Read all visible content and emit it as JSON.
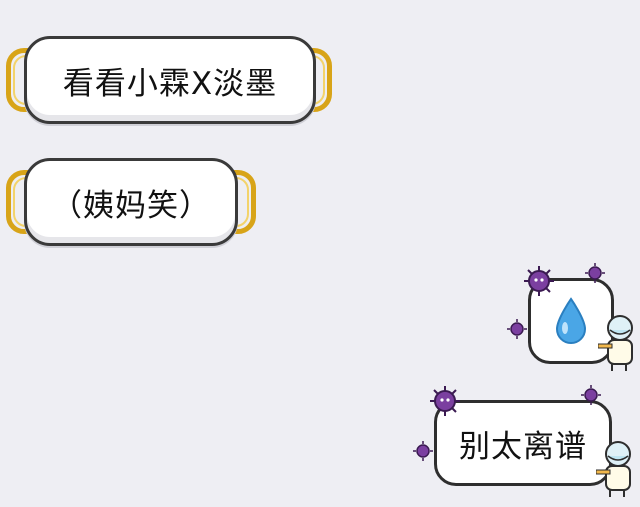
{
  "messages": [
    {
      "side": "incoming",
      "text": "看看小霖X淡墨"
    },
    {
      "side": "incoming",
      "text": "（姨妈笑）"
    },
    {
      "side": "outgoing",
      "text": "",
      "emoji": "droplet"
    },
    {
      "side": "outgoing",
      "text": "别太离谱"
    }
  ],
  "colors": {
    "background": "#eeeef3",
    "mask_strap": "#d8a418",
    "virus": "#7b3fa0",
    "droplet": "#4aa6e6"
  },
  "icons": [
    "mask-strap",
    "virus-icon",
    "doctor-icon",
    "water-drop-icon"
  ]
}
